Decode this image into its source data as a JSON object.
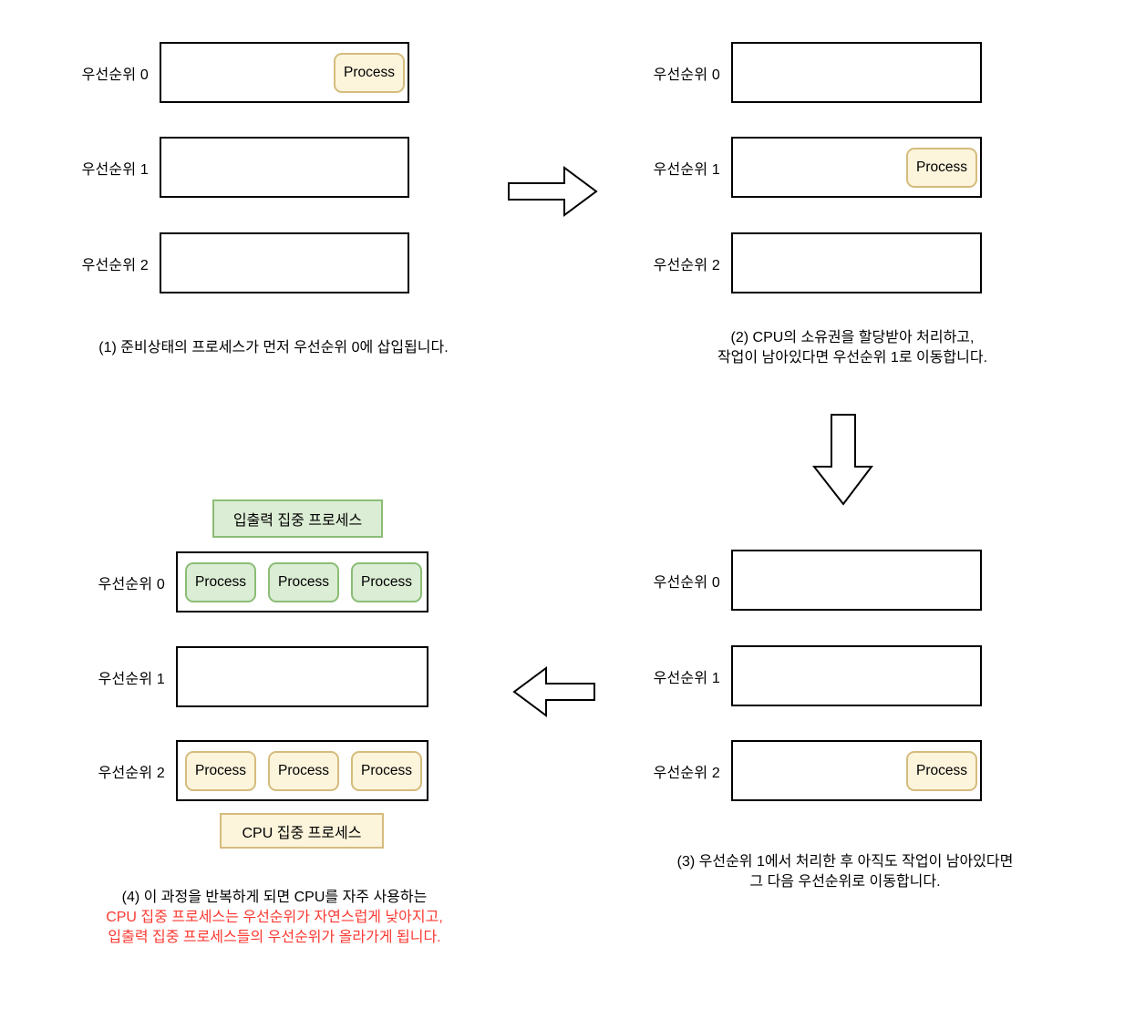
{
  "process_label": "Process",
  "queue_labels": [
    "우선순위 0",
    "우선순위 1",
    "우선순위 2"
  ],
  "steps": {
    "step1": {
      "caption": "(1) 준비상태의 프로세스가 먼저 우선순위 0에 삽입됩니다."
    },
    "step2": {
      "caption_line1": "(2) CPU의 소유권을 할당받아 처리하고,",
      "caption_line2": "작업이 남아있다면 우선순위 1로 이동합니다."
    },
    "step3": {
      "caption_line1": "(3) 우선순위 1에서 처리한 후 아직도 작업이 남아있다면",
      "caption_line2": "그 다음 우선순위로 이동합니다."
    },
    "step4": {
      "io_bound_tag": "입출력 집중 프로세스",
      "cpu_bound_tag": "CPU 집중 프로세스",
      "caption_line1": "(4) 이 과정을 반복하게 되면 CPU를 자주 사용하는",
      "caption_line2": "CPU 집중 프로세스는 우선순위가 자연스럽게 낮아지고,",
      "caption_line3": "입출력 집중 프로세스들의 우선순위가 올라가게 됩니다."
    }
  },
  "icons": [
    "arrow-right-icon",
    "arrow-down-icon",
    "arrow-left-icon"
  ],
  "colors": {
    "process_yellow_fill": "#FCF4DB",
    "process_yellow_border": "#D5BC7E",
    "process_green_fill": "#DBEDD4",
    "process_green_border": "#8BBD76",
    "caption_red": "#FB3A33"
  }
}
